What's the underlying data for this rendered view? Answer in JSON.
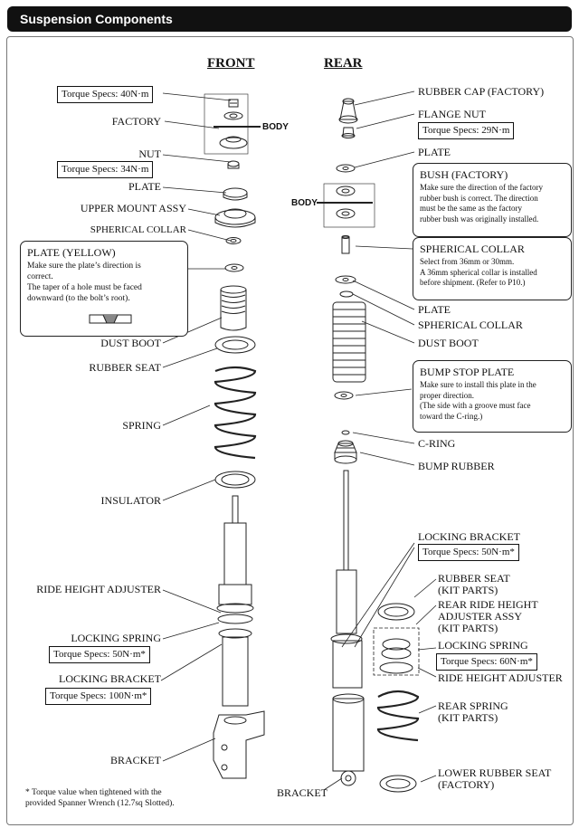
{
  "header": {
    "title": "Suspension Components"
  },
  "headings": {
    "front": "FRONT",
    "rear": "REAR"
  },
  "front": {
    "torque1": "Torque Specs: 40N·m",
    "factory": "FACTORY",
    "body": "BODY",
    "nut": "NUT",
    "torque2": "Torque Specs: 34N·m",
    "plate": "PLATE",
    "upper_mount": "UPPER MOUNT ASSY",
    "spherical_collar": "SPHERICAL COLLAR",
    "plate_yellow_title": "PLATE (YELLOW)",
    "plate_yellow_body": "Make sure the plate’s direction is\ncorrect.\nThe taper of a hole must be faced\ndownward (to the bolt’s root).",
    "dust_boot": "DUST BOOT",
    "rubber_seat": "RUBBER SEAT",
    "spring": "SPRING",
    "insulator": "INSULATOR",
    "ride_height_adjuster": "RIDE HEIGHT ADJUSTER",
    "locking_spring": "LOCKING SPRING",
    "torque3": "Torque Specs: 50N·m*",
    "locking_bracket": "LOCKING BRACKET",
    "torque4": "Torque Specs: 100N·m*",
    "bracket": "BRACKET"
  },
  "rear": {
    "rubber_cap": "RUBBER CAP (FACTORY)",
    "flange_nut": "FLANGE NUT",
    "torque1": "Torque Specs: 29N·m",
    "plate": "PLATE",
    "body": "BODY",
    "bush_title": "BUSH (FACTORY)",
    "bush_body": "Make sure the direction of the factory\nrubber bush is correct. The direction\nmust be the same as the factory\nrubber bush was originally installed.",
    "collar_title": "SPHERICAL COLLAR",
    "collar_body": "Select from 36mm or 30mm.\nA 36mm spherical collar is installed\nbefore shipment. (Refer to P10.)",
    "plate2": "PLATE",
    "spherical_collar2": "SPHERICAL COLLAR",
    "dust_boot": "DUST BOOT",
    "bump_title": "BUMP STOP PLATE",
    "bump_body": "Make sure to install this plate in the\nproper direction.\n(The side with a groove must face\ntoward the C-ring.)",
    "c_ring": "C-RING",
    "bump_rubber": "BUMP RUBBER",
    "locking_bracket": "LOCKING BRACKET",
    "torque2": "Torque Specs: 50N·m*",
    "rubber_seat": "RUBBER SEAT\n(KIT PARTS)",
    "rear_rha": "REAR RIDE HEIGHT\nADJUSTER ASSY\n(KIT PARTS)",
    "locking_spring": "LOCKING SPRING",
    "torque3": "Torque Specs: 60N·m*",
    "ride_height_adjuster": "RIDE HEIGHT ADJUSTER",
    "rear_spring": "REAR SPRING\n(KIT PARTS)",
    "lower_rubber_seat": "LOWER RUBBER SEAT\n(FACTORY)",
    "bracket": "BRACKET"
  },
  "footnote": "* Torque value when tightened with the\n    provided Spanner Wrench (12.7sq Slotted)."
}
